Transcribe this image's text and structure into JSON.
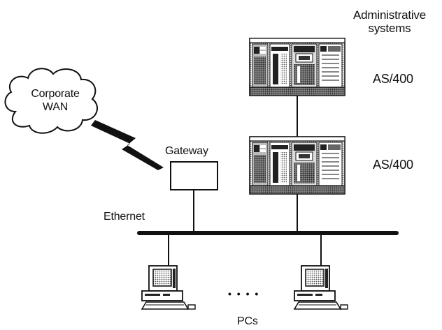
{
  "labels": {
    "admin_line1": "Administrative",
    "admin_line2": "systems",
    "as400_top": "AS/400",
    "as400_bottom": "AS/400",
    "cloud_line1": "Corporate",
    "cloud_line2": "WAN",
    "gateway": "Gateway",
    "ethernet": "Ethernet",
    "ellipsis": "• • • •",
    "pcs": "PCs"
  }
}
